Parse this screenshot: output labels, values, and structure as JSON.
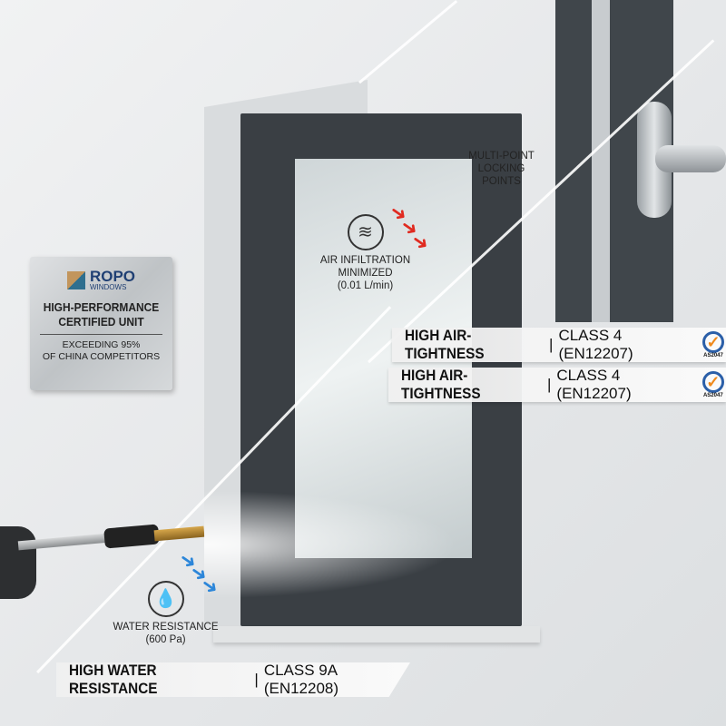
{
  "plaque": {
    "brand": "ROPO",
    "brand_sub": "WINDOWS",
    "title_line1": "HIGH-PERFORMANCE",
    "title_line2": "CERTIFIED UNIT",
    "sub_line1": "EXCEEDING 95%",
    "sub_line2": "OF CHINA COMPETITORS"
  },
  "callouts": {
    "locking": [
      "MULTI-POINT",
      "LOCKING",
      "POINTS"
    ],
    "air": [
      "AIR INFILTRATION",
      "MINIMIZED",
      "(0.01 L/min)"
    ],
    "water": [
      "WATER RESISTANCE",
      "(600 Pa)"
    ]
  },
  "banners": [
    {
      "bold": "HIGH AIR-TIGHTNESS",
      "rest": "CLASS 4 (EN12207)",
      "badge": "AS2047"
    },
    {
      "bold": "HIGH AIR-TIGHTNESS",
      "rest": "CLASS 4 (EN12207)",
      "badge": "AS2047"
    },
    {
      "bold": "HIGH WATER RESISTANCE",
      "rest": "CLASS 9A (EN12208)"
    }
  ],
  "separator": "|",
  "colors": {
    "air_arrows": "#e02a20",
    "water_arrows": "#2c86d9",
    "badge_check": "#f08a1c",
    "badge_ring": "#2b5fa8",
    "frame": "#3a3f44"
  },
  "icons": {
    "air": "wind-icon",
    "water": "water-drop-icon",
    "badge": "checkmark-badge-icon"
  }
}
